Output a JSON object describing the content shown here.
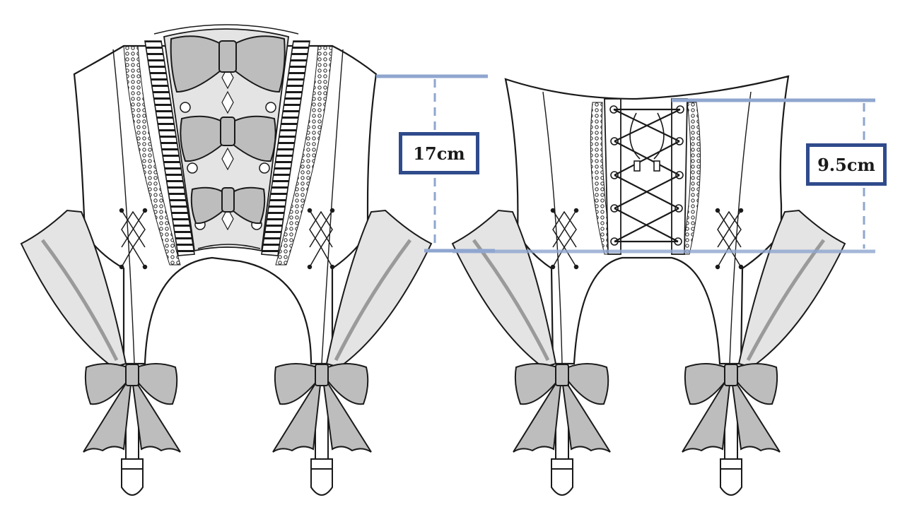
{
  "title": "",
  "colors": {
    "outline": "#1a1a1a",
    "fabric_gray": "#bdbdbd",
    "light_gray": "#e4e4e4",
    "measure_line": "#8fa6cf",
    "label_border": "#2f4b8c"
  },
  "views": [
    {
      "name": "front",
      "measurement_label": "17cm"
    },
    {
      "name": "back",
      "measurement_label": "9.5cm"
    }
  ],
  "icons": [
    "bow-icon",
    "lace-trim-icon",
    "garter-clip-icon",
    "ruffle-icon",
    "lacing-icon"
  ]
}
